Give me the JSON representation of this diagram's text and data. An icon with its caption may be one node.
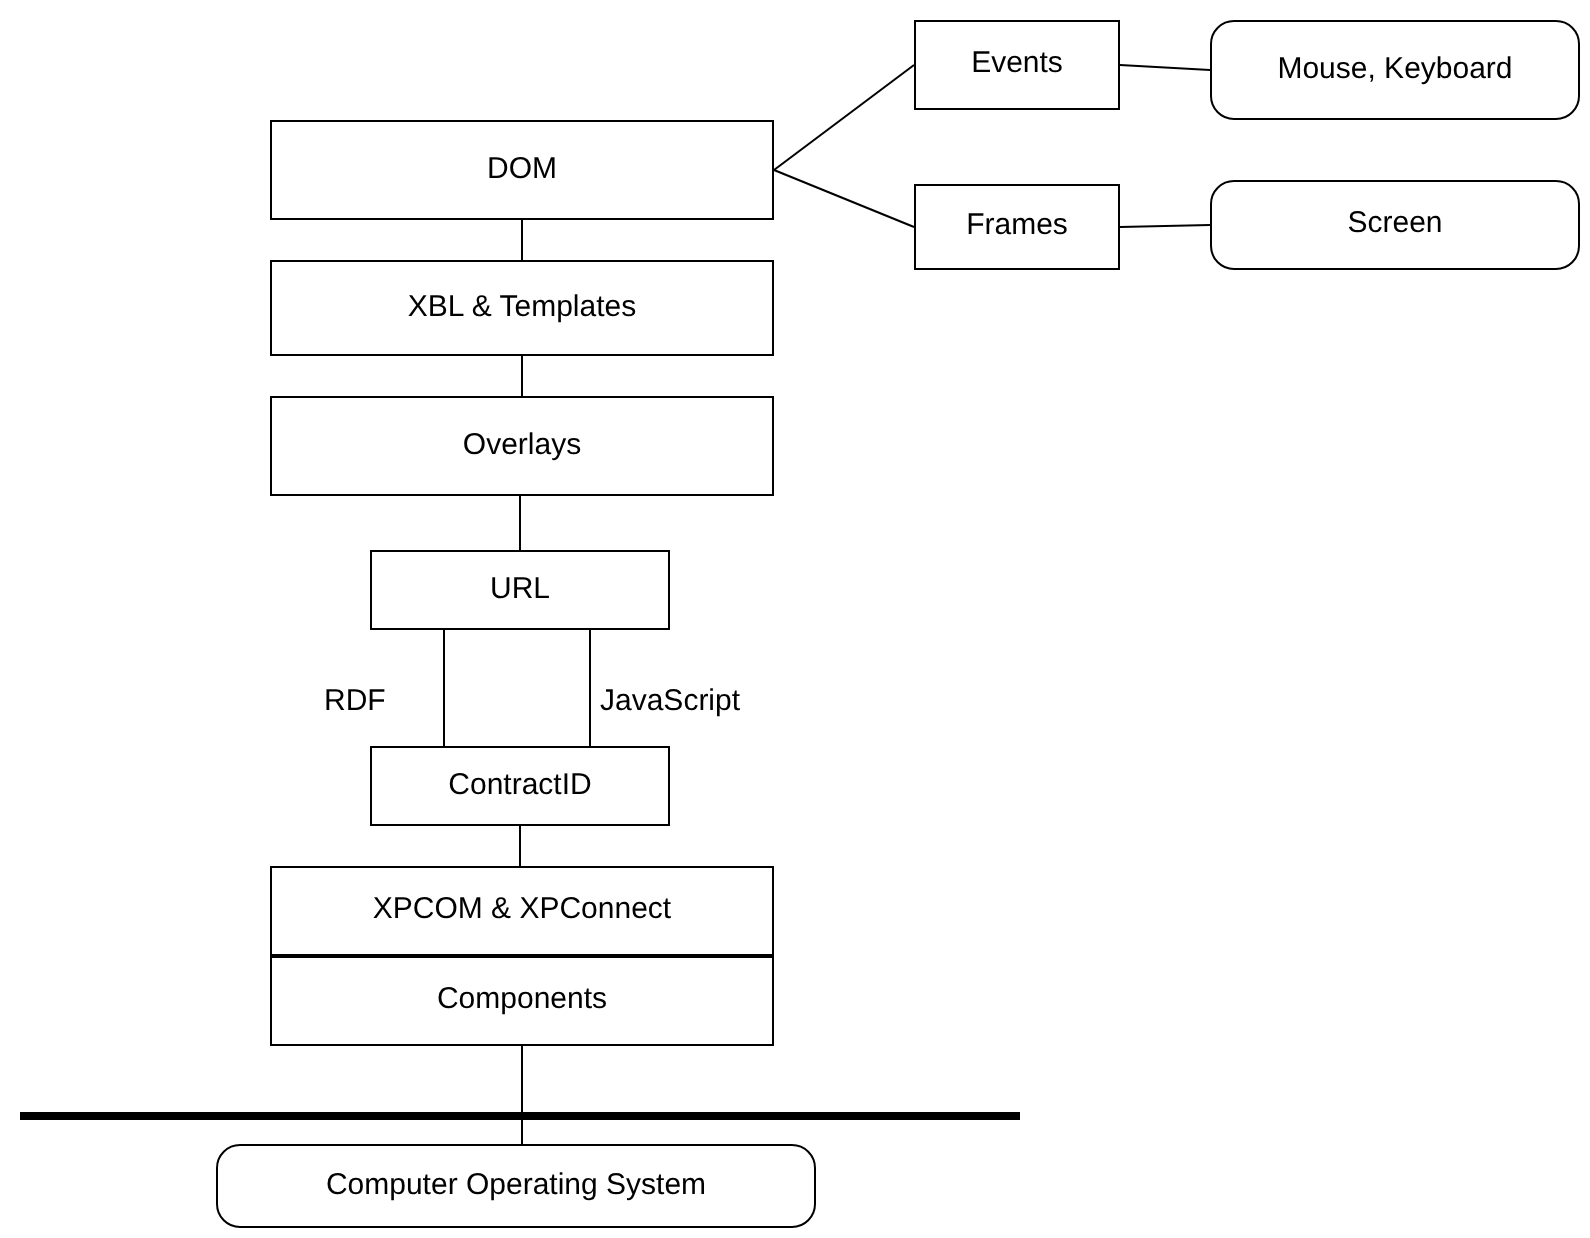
{
  "diagram": {
    "nodes": [
      {
        "text": [
          "DOM"
        ]
      },
      {
        "text": [
          "Events"
        ]
      },
      {
        "text": [
          "Mouse, Keyboard"
        ]
      },
      {
        "text": [
          "Frames"
        ]
      },
      {
        "text": [
          "Screen"
        ]
      },
      {
        "text": [
          "XBL & Templates"
        ]
      },
      {
        "text": [
          "Overlays"
        ]
      },
      {
        "text": [
          "URL"
        ]
      },
      {
        "text": [
          "ContractID"
        ]
      },
      {
        "text": [
          "XPCOM & XPConnect"
        ]
      },
      {
        "text": [
          "Components"
        ]
      },
      {
        "text": [
          "Computer Operating System"
        ]
      }
    ],
    "edges": [
      {
        "from": 0,
        "to": 1,
        "arrow": "none"
      },
      {
        "from": 0,
        "to": 3,
        "arrow": "none"
      },
      {
        "from": 1,
        "to": 2,
        "arrow": "none"
      },
      {
        "from": 3,
        "to": 4,
        "arrow": "none"
      },
      {
        "from": 0,
        "to": 5,
        "arrow": "none"
      },
      {
        "from": 5,
        "to": 6,
        "arrow": "none"
      },
      {
        "from": 6,
        "to": 7,
        "arrow": "none"
      },
      {
        "from": 7,
        "to": 8,
        "arrow": "none",
        "label": "RDF"
      },
      {
        "from": 7,
        "to": 8,
        "arrow": "none",
        "label": "JavaScript"
      },
      {
        "from": 8,
        "to": 9,
        "arrow": "none"
      },
      {
        "from": 10,
        "to": 11,
        "arrow": "none"
      }
    ]
  }
}
